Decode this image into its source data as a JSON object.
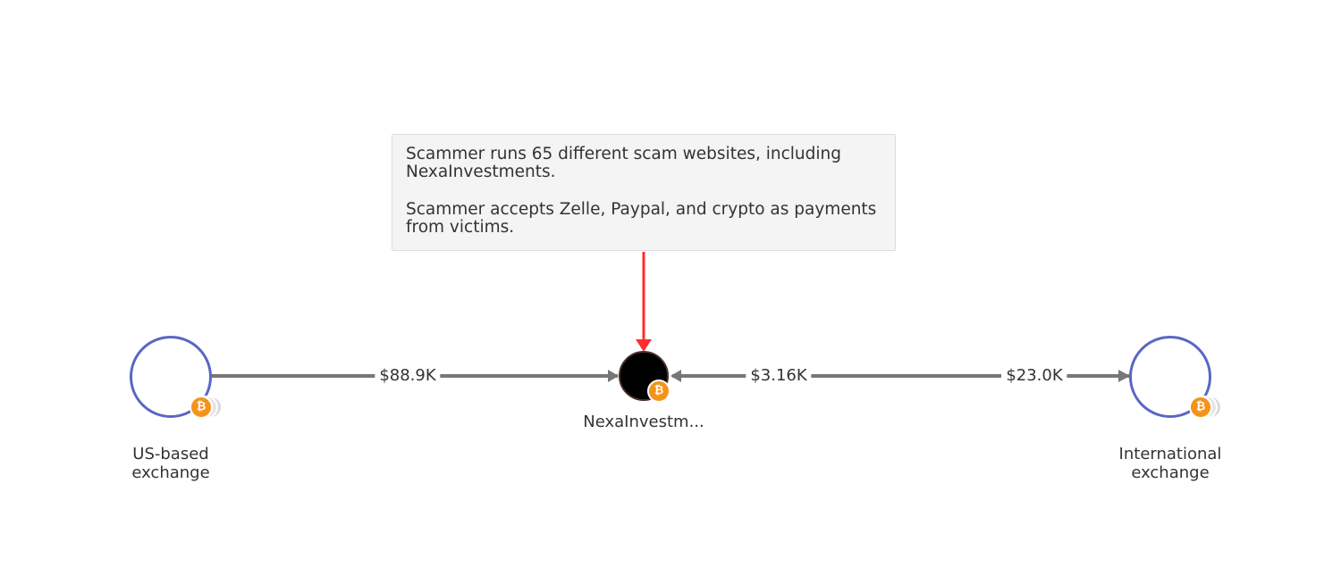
{
  "annotation": {
    "paragraphs": [
      "Scammer runs 65 different scam websites, including NexaInvestments.",
      "Scammer accepts Zelle, Paypal, and crypto as payments from victims."
    ],
    "pointer_color": "#ff2d2d"
  },
  "nodes": [
    {
      "id": "us-exchange",
      "label_line1": "US-based",
      "label_line2": "exchange",
      "type": "exchange",
      "border_color": "#5a66c4",
      "currency_icon": "bitcoin-icon",
      "currency_glyph": "₿"
    },
    {
      "id": "nexa",
      "label": "NexaInvestm...",
      "type": "scam-site",
      "fill_color": "#000000",
      "currency_icon": "bitcoin-icon",
      "currency_glyph": "₿"
    },
    {
      "id": "intl-exchange",
      "label_line1": "International",
      "label_line2": "exchange",
      "type": "exchange",
      "border_color": "#5a66c4",
      "currency_icon": "bitcoin-icon",
      "currency_glyph": "₿"
    }
  ],
  "edges": [
    {
      "from": "us-exchange",
      "to": "nexa",
      "amount": "$88.9K"
    },
    {
      "from": "intl-exchange",
      "to": "nexa",
      "amount": "$3.16K"
    },
    {
      "from": "nexa",
      "to": "intl-exchange",
      "amount": "$23.0K"
    }
  ],
  "colors": {
    "edge": "#777777",
    "bitcoin": "#f4931a",
    "exchange_border": "#5a66c4"
  }
}
